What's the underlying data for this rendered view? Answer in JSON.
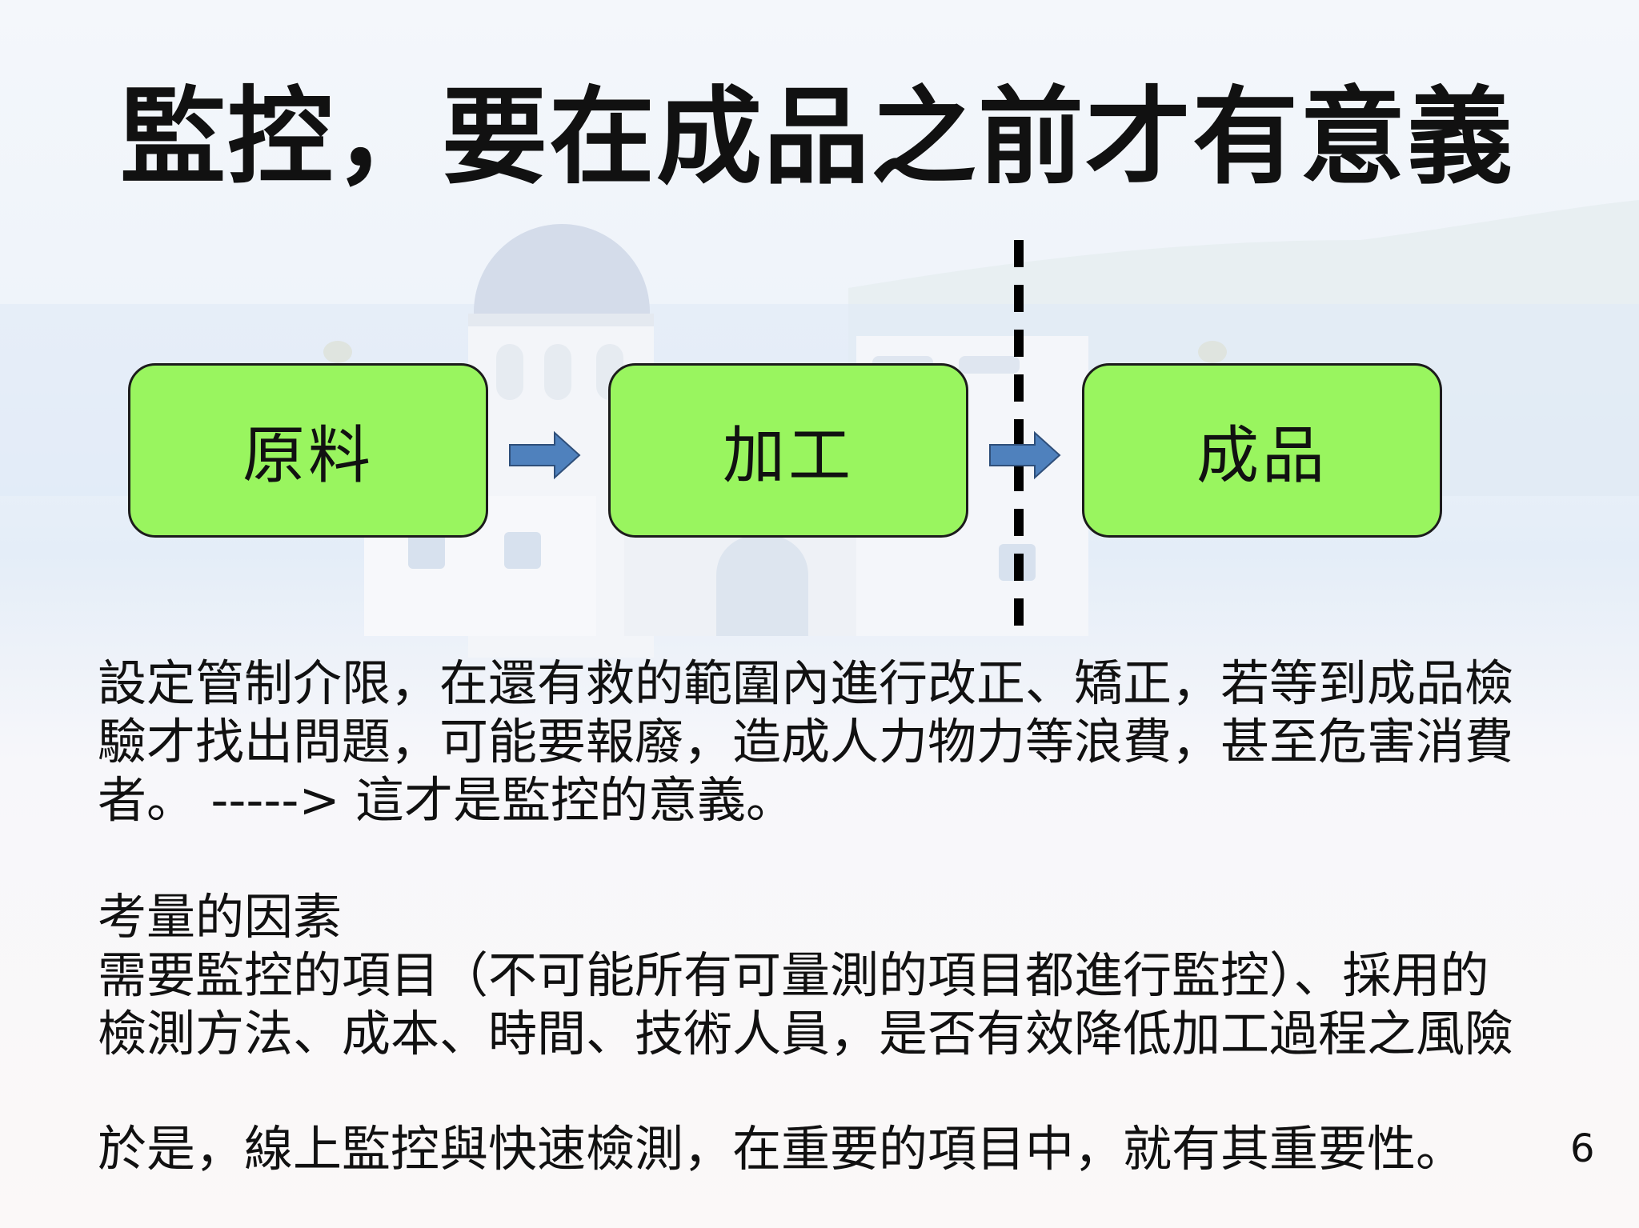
{
  "slide": {
    "title": "監控，要在成品之前才有意義",
    "page_number": "6"
  },
  "flow": {
    "steps": [
      {
        "label": "原料"
      },
      {
        "label": "加工"
      },
      {
        "label": "成品"
      }
    ],
    "box_color": "#99f55f",
    "arrow_color": "#4f81bd"
  },
  "paragraphs": {
    "p1": [
      "設定管制介限，在還有救的範圍內進行改正、矯正，若等到成品檢",
      "驗才找出問題，可能要報廢，造成人力物力等浪費，甚至危害消費",
      "者。 -----> 這才是監控的意義。"
    ],
    "p2": [
      "考量的因素",
      "需要監控的項目（不可能所有可量測的項目都進行監控）、採用的",
      "檢測方法、成本、時間、技術人員，是否有效降低加工過程之風險"
    ],
    "p3": [
      "於是，線上監控與快速檢測，在重要的項目中，就有其重要性。"
    ]
  }
}
